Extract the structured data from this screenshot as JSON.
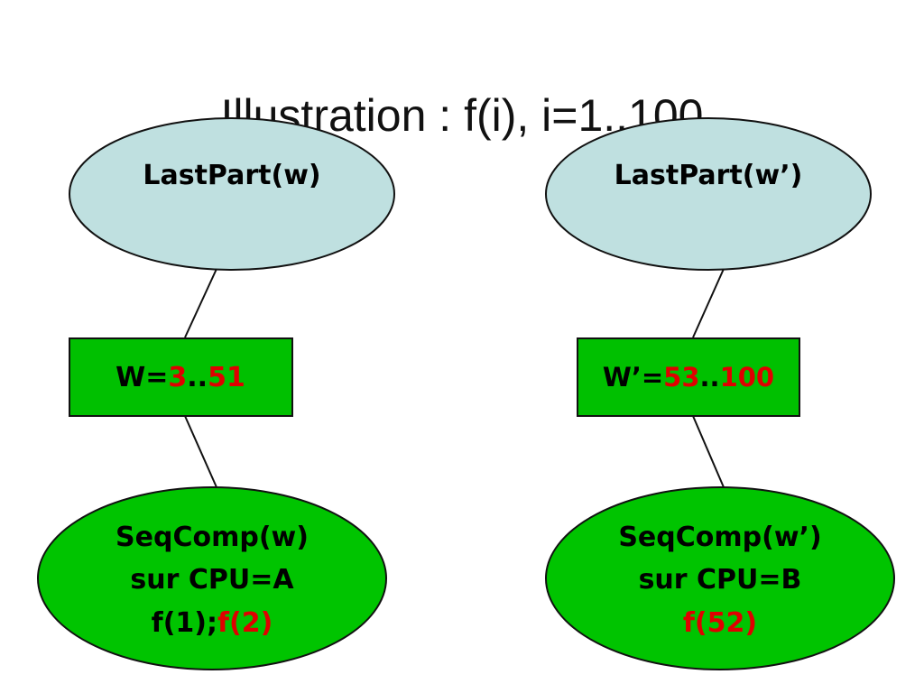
{
  "title": "Illustration : f(i), i=1..100",
  "colors": {
    "ellipse_blue": "#bfe0e0",
    "box_green": "#00c000",
    "ellipse_green": "#00c400",
    "text_black": "#000000",
    "highlight_red": "#e00000",
    "stroke": "#111111"
  },
  "left": {
    "lastpart_label": "LastPart(w)",
    "range": {
      "prefix": "W=",
      "start": "3",
      "sep": "..",
      "end": "51"
    },
    "seq": {
      "line1": "SeqComp(w)",
      "line2": "sur CPU=A",
      "line3_a": "f(1);",
      "line3_b": "f(2)"
    }
  },
  "right": {
    "lastpart_label": "LastPart(w’)",
    "range": {
      "prefix": "W’=",
      "start": "53",
      "sep": "..",
      "end": "100"
    },
    "seq": {
      "line1": "SeqComp(w’)",
      "line2": "sur CPU=B",
      "line3_b": "f(52)"
    }
  }
}
